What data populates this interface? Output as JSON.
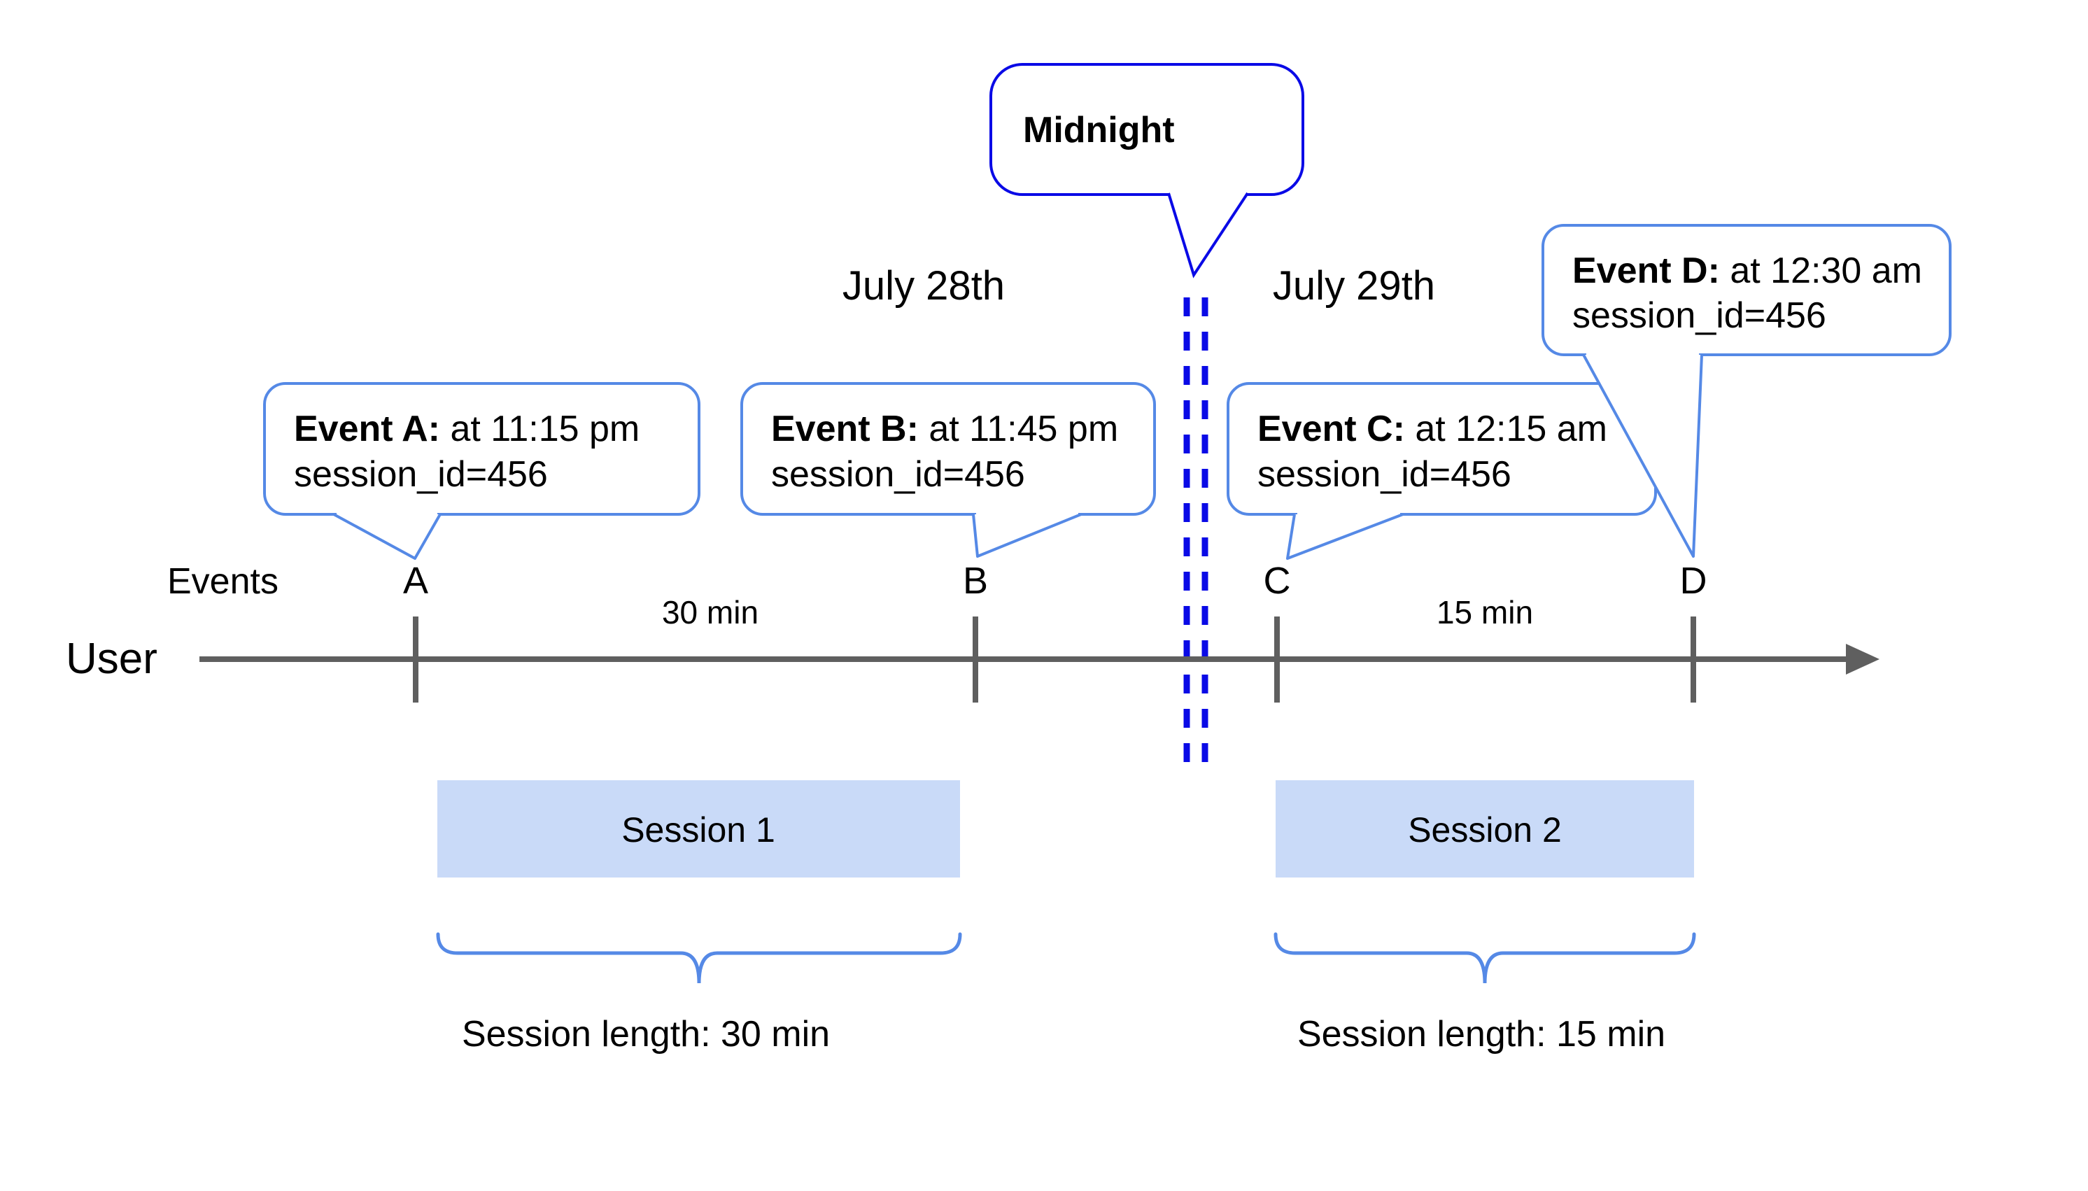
{
  "diagram": {
    "midnight_bubble": {
      "label": "Midnight"
    },
    "dates": {
      "left": "July 28th",
      "right": "July 29th"
    },
    "axis": {
      "events_label": "Events",
      "user_label": "User"
    },
    "events": [
      {
        "letter": "A",
        "bold": "Event A:",
        "rest": " at 11:15 pm",
        "line2": "session_id=456"
      },
      {
        "letter": "B",
        "bold": "Event B:",
        "rest": " at 11:45 pm",
        "line2": "session_id=456"
      },
      {
        "letter": "C",
        "bold": "Event C:",
        "rest": " at 12:15 am",
        "line2": "session_id=456"
      },
      {
        "letter": "D",
        "bold": "Event D:",
        "rest": " at 12:30 am",
        "line2": "session_id=456"
      }
    ],
    "intervals": {
      "first": "30 min",
      "second": "15 min"
    },
    "sessions": [
      {
        "label": "Session 1",
        "length": "Session length: 30 min"
      },
      {
        "label": "Session 2",
        "length": "Session length: 15 min"
      }
    ],
    "colors": {
      "midnight_blue": "#0a0ae6",
      "callout_blue": "#5589e6",
      "session_fill": "#c9daf8",
      "axis_gray": "#5f5f5f",
      "text": "#000000"
    }
  }
}
